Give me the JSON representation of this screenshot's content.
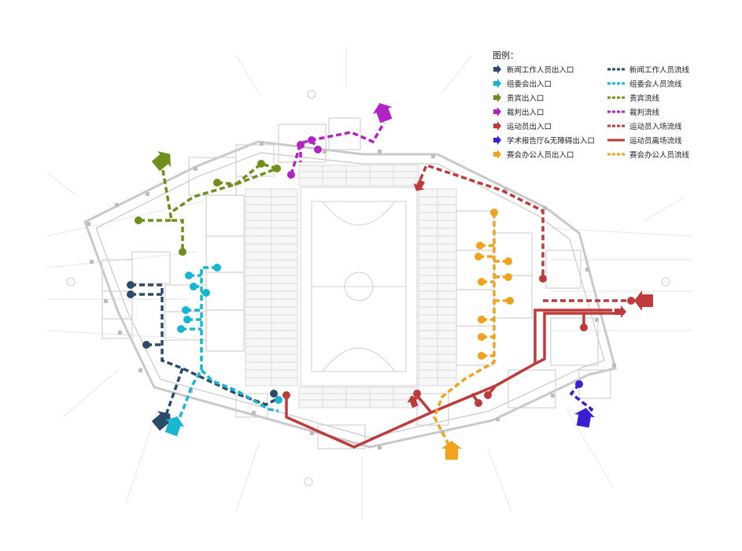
{
  "legend": {
    "title": "图例：",
    "entrances": [
      {
        "label": "新闻工作人员出入口",
        "color": "#2e4a6b",
        "icon": "entrance-arrow-icon"
      },
      {
        "label": "组委会出入口",
        "color": "#19b6d2",
        "icon": "entrance-arrow-icon"
      },
      {
        "label": "贵宾出入口",
        "color": "#6f8e1a",
        "icon": "entrance-arrow-icon"
      },
      {
        "label": "裁判出入口",
        "color": "#b322c4",
        "icon": "entrance-arrow-icon"
      },
      {
        "label": "运动员出入口",
        "color": "#c0393b",
        "icon": "entrance-arrow-icon"
      },
      {
        "label": "学术报告厅&无障碍出入口",
        "color": "#3a1ed6",
        "icon": "entrance-arrow-icon"
      },
      {
        "label": "赛会办公人员出入口",
        "color": "#f2a21b",
        "icon": "entrance-arrow-icon"
      }
    ],
    "flows": [
      {
        "label": "新闻工作人员流线",
        "color": "#2e4a6b",
        "style": "dashed"
      },
      {
        "label": "组委会人员流线",
        "color": "#19b6d2",
        "style": "dashed"
      },
      {
        "label": "贵宾流线",
        "color": "#6f8e1a",
        "style": "dashed"
      },
      {
        "label": "裁判流线",
        "color": "#b322c4",
        "style": "dashed"
      },
      {
        "label": "运动员入场流线",
        "color": "#c0393b",
        "style": "dashed"
      },
      {
        "label": "运动员离场流线",
        "color": "#c0393b",
        "style": "solid"
      },
      {
        "label": "赛会办公人员流线",
        "color": "#f2a21b",
        "style": "dashed"
      }
    ]
  }
}
